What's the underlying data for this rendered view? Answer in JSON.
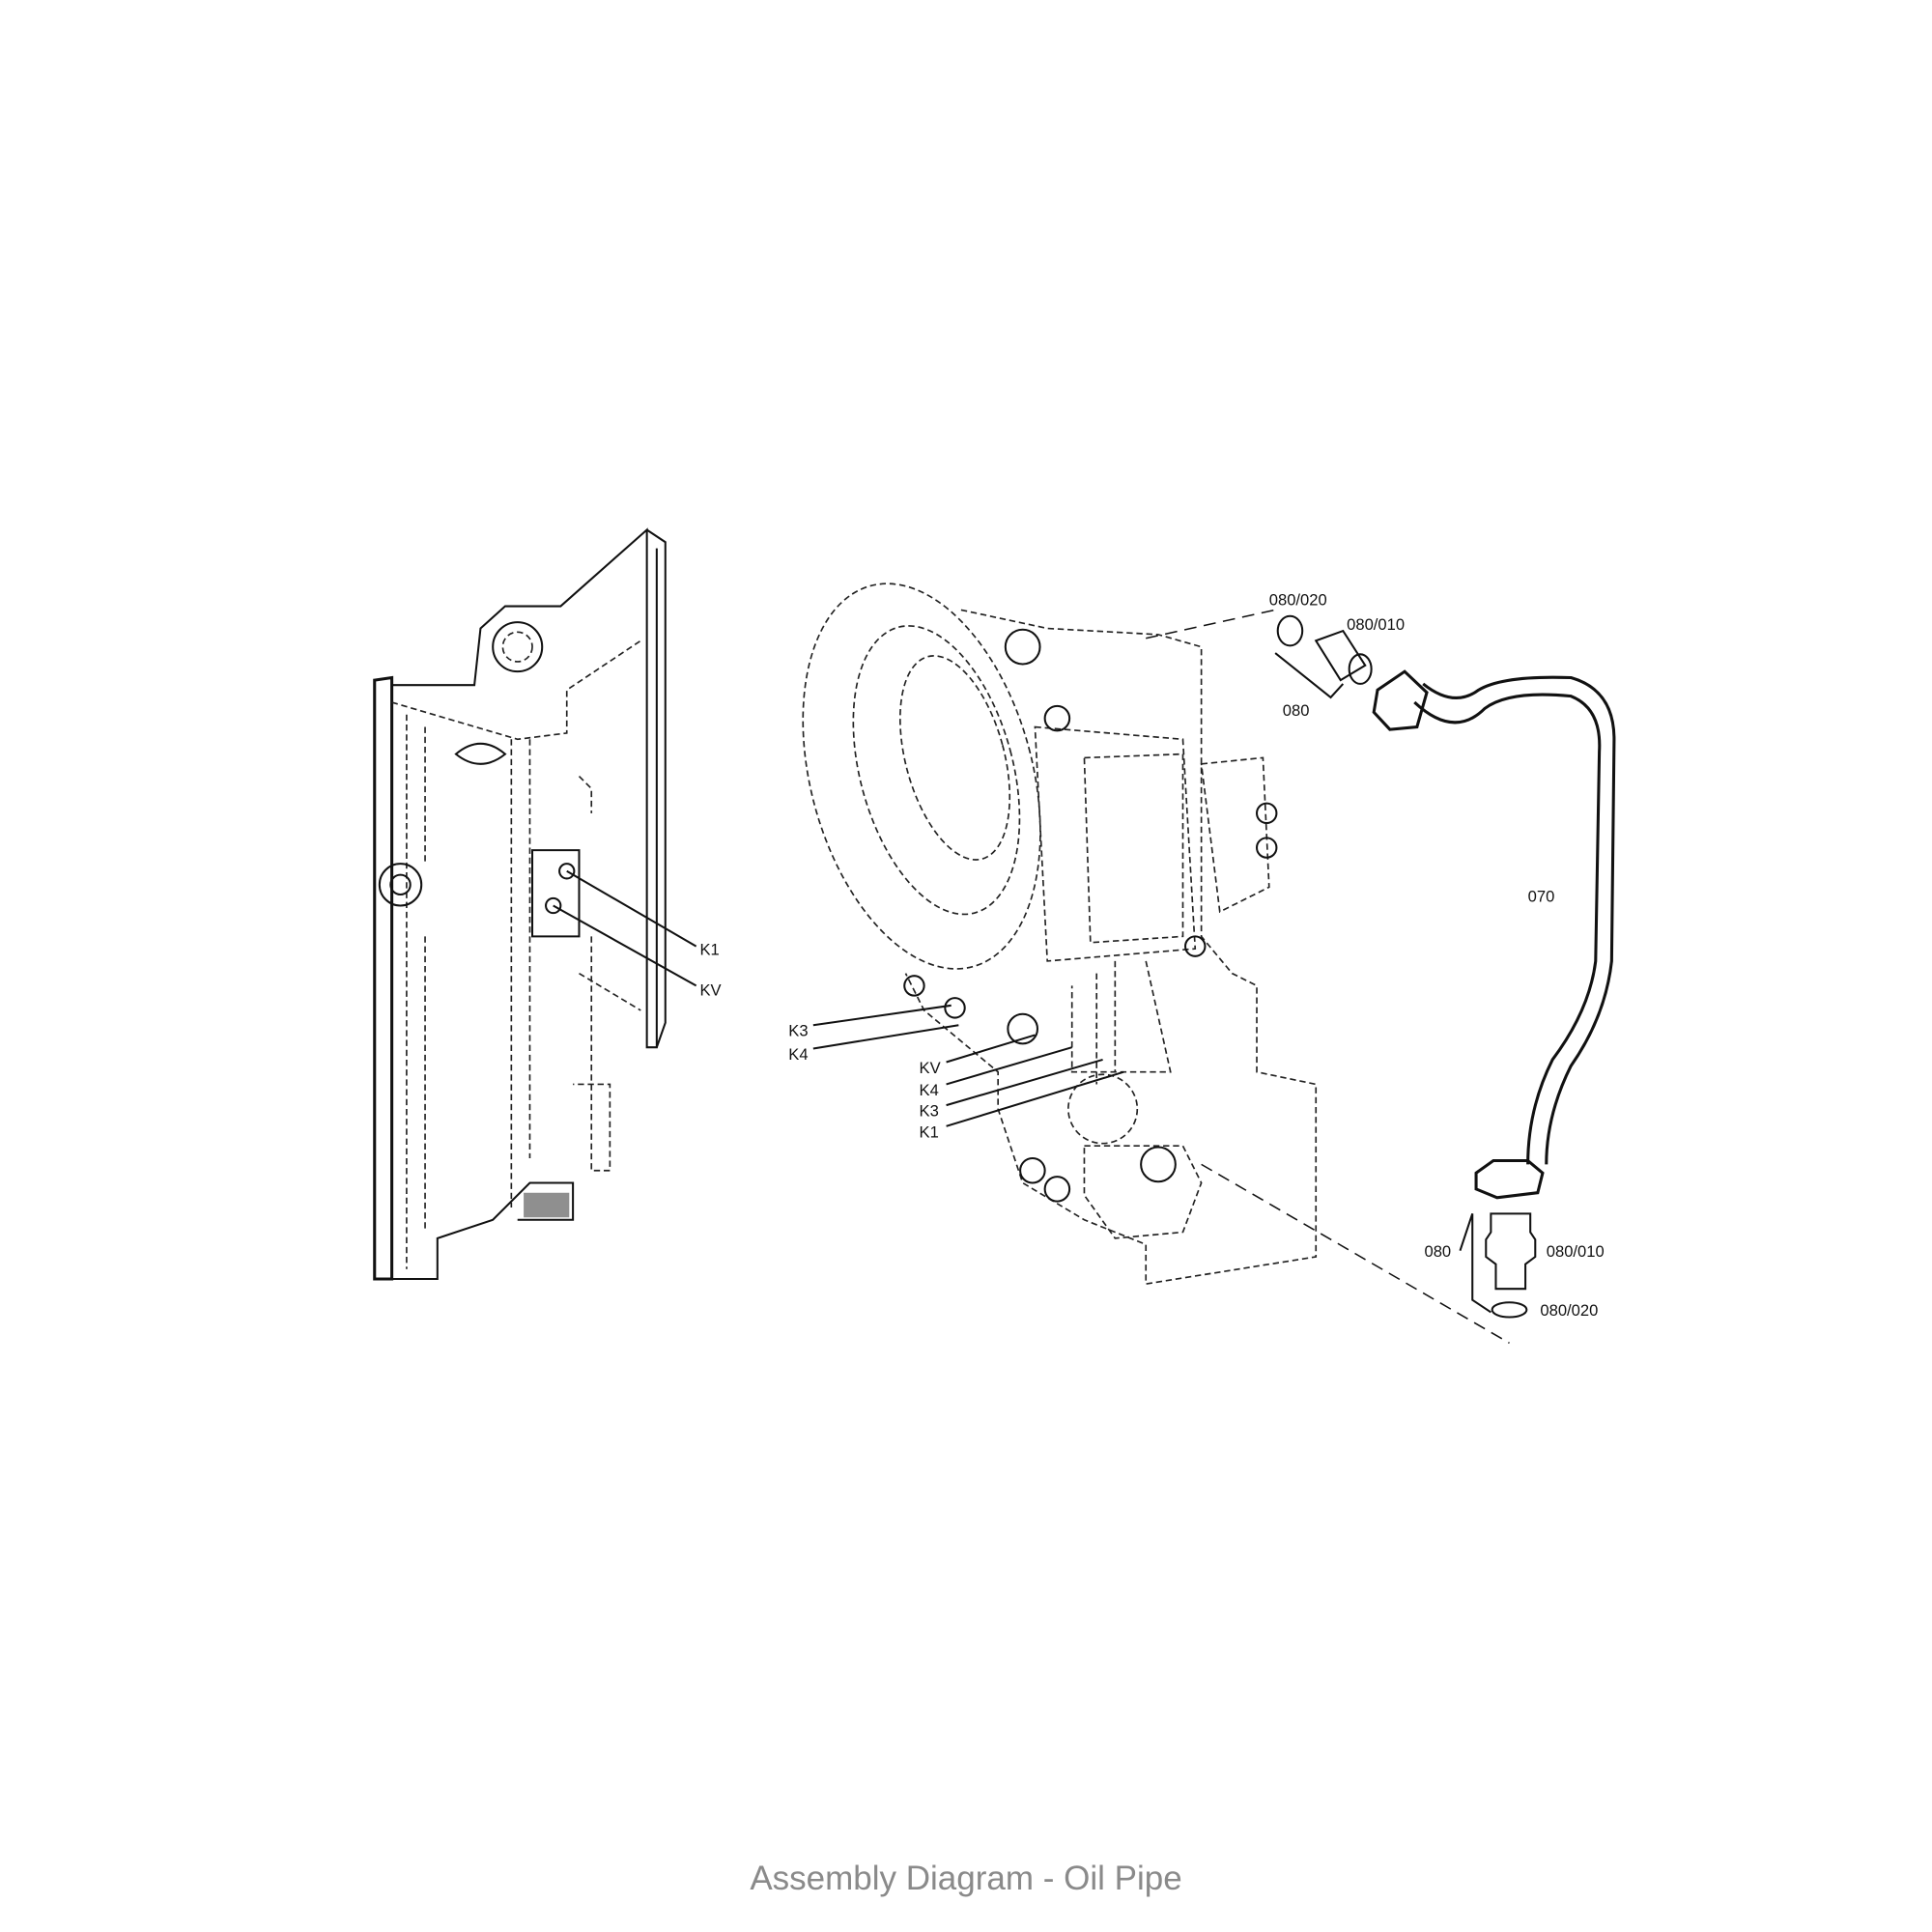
{
  "caption": "Assembly Diagram - Oil Pipe",
  "left_view": {
    "labels": [
      "K1",
      "KV"
    ]
  },
  "main_view": {
    "left_labels": [
      "K3",
      "K4"
    ],
    "lower_labels": [
      "KV",
      "K4",
      "K3",
      "K1"
    ]
  },
  "parts": {
    "top_oring": "080/020",
    "top_fitting": "080/010",
    "top_group": "080",
    "pipe": "070",
    "bottom_group": "080",
    "bottom_fitting": "080/010",
    "bottom_oring": "080/020"
  }
}
